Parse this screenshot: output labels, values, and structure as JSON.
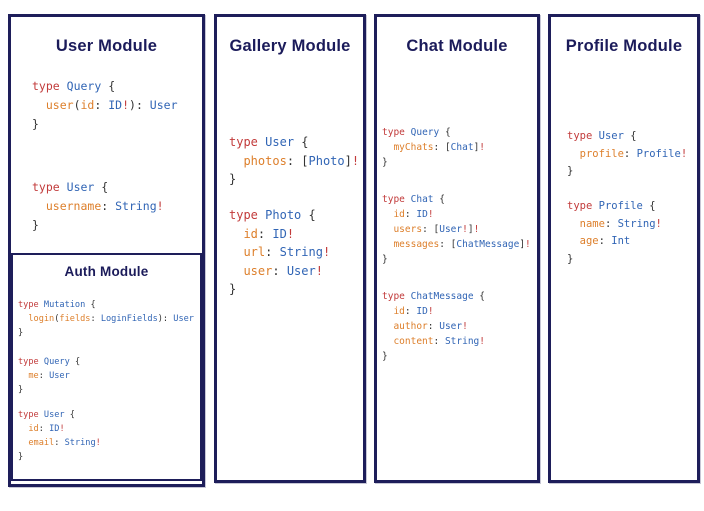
{
  "colors": {
    "border_navy": "#1e1e5a",
    "title_navy": "#1b1b5a",
    "keyword_red": "#c23b3b",
    "type_blue": "#3165b5",
    "field_orange": "#dd7f2b",
    "punctuation_dark": "#333333",
    "background": "#ffffff"
  },
  "modules": {
    "user": {
      "title": "User Module",
      "blocks": [
        {
          "lines": [
            [
              [
                "r",
                "type"
              ],
              [
                "d",
                " "
              ],
              [
                "b",
                "Query"
              ],
              [
                "d",
                " {"
              ]
            ],
            [
              [
                "d",
                "  "
              ],
              [
                "o",
                "user"
              ],
              [
                "d",
                "("
              ],
              [
                "o",
                "id"
              ],
              [
                "d",
                ": "
              ],
              [
                "b",
                "ID"
              ],
              [
                "r",
                "!"
              ],
              [
                "d",
                "): "
              ],
              [
                "b",
                "User"
              ]
            ],
            [
              [
                "d",
                "}"
              ]
            ]
          ]
        },
        {
          "lines": [
            [
              [
                "r",
                "type"
              ],
              [
                "d",
                " "
              ],
              [
                "b",
                "User"
              ],
              [
                "d",
                " {"
              ]
            ],
            [
              [
                "d",
                "  "
              ],
              [
                "o",
                "username"
              ],
              [
                "d",
                ": "
              ],
              [
                "b",
                "String"
              ],
              [
                "r",
                "!"
              ]
            ],
            [
              [
                "d",
                "}"
              ]
            ]
          ]
        }
      ]
    },
    "auth": {
      "title": "Auth Module",
      "blocks": [
        {
          "lines": [
            [
              [
                "r",
                "type"
              ],
              [
                "d",
                " "
              ],
              [
                "b",
                "Mutation"
              ],
              [
                "d",
                " {"
              ]
            ],
            [
              [
                "d",
                "  "
              ],
              [
                "o",
                "login"
              ],
              [
                "d",
                "("
              ],
              [
                "o",
                "fields"
              ],
              [
                "d",
                ": "
              ],
              [
                "b",
                "LoginFields"
              ],
              [
                "d",
                "): "
              ],
              [
                "b",
                "User"
              ]
            ],
            [
              [
                "d",
                "}"
              ]
            ]
          ]
        },
        {
          "lines": [
            [
              [
                "r",
                "type"
              ],
              [
                "d",
                " "
              ],
              [
                "b",
                "Query"
              ],
              [
                "d",
                " {"
              ]
            ],
            [
              [
                "d",
                "  "
              ],
              [
                "o",
                "me"
              ],
              [
                "d",
                ": "
              ],
              [
                "b",
                "User"
              ]
            ],
            [
              [
                "d",
                "}"
              ]
            ]
          ]
        },
        {
          "lines": [
            [
              [
                "r",
                "type"
              ],
              [
                "d",
                " "
              ],
              [
                "b",
                "User"
              ],
              [
                "d",
                " {"
              ]
            ],
            [
              [
                "d",
                "  "
              ],
              [
                "o",
                "id"
              ],
              [
                "d",
                ": "
              ],
              [
                "b",
                "ID"
              ],
              [
                "r",
                "!"
              ]
            ],
            [
              [
                "d",
                "  "
              ],
              [
                "o",
                "email"
              ],
              [
                "d",
                ": "
              ],
              [
                "b",
                "String"
              ],
              [
                "r",
                "!"
              ]
            ],
            [
              [
                "d",
                "}"
              ]
            ]
          ]
        }
      ]
    },
    "gallery": {
      "title": "Gallery Module",
      "blocks": [
        {
          "lines": [
            [
              [
                "r",
                "type"
              ],
              [
                "d",
                " "
              ],
              [
                "b",
                "User"
              ],
              [
                "d",
                " {"
              ]
            ],
            [
              [
                "d",
                "  "
              ],
              [
                "o",
                "photos"
              ],
              [
                "d",
                ": ["
              ],
              [
                "b",
                "Photo"
              ],
              [
                "d",
                "]"
              ],
              [
                "r",
                "!"
              ]
            ],
            [
              [
                "d",
                "}"
              ]
            ]
          ]
        },
        {
          "lines": [
            [
              [
                "r",
                "type"
              ],
              [
                "d",
                " "
              ],
              [
                "b",
                "Photo"
              ],
              [
                "d",
                " {"
              ]
            ],
            [
              [
                "d",
                "  "
              ],
              [
                "o",
                "id"
              ],
              [
                "d",
                ": "
              ],
              [
                "b",
                "ID"
              ],
              [
                "r",
                "!"
              ]
            ],
            [
              [
                "d",
                "  "
              ],
              [
                "o",
                "url"
              ],
              [
                "d",
                ": "
              ],
              [
                "b",
                "String"
              ],
              [
                "r",
                "!"
              ]
            ],
            [
              [
                "d",
                "  "
              ],
              [
                "o",
                "user"
              ],
              [
                "d",
                ": "
              ],
              [
                "b",
                "User"
              ],
              [
                "r",
                "!"
              ]
            ],
            [
              [
                "d",
                "}"
              ]
            ]
          ]
        }
      ]
    },
    "chat": {
      "title": "Chat Module",
      "blocks": [
        {
          "lines": [
            [
              [
                "r",
                "type"
              ],
              [
                "d",
                " "
              ],
              [
                "b",
                "Query"
              ],
              [
                "d",
                " {"
              ]
            ],
            [
              [
                "d",
                "  "
              ],
              [
                "o",
                "myChats"
              ],
              [
                "d",
                ": ["
              ],
              [
                "b",
                "Chat"
              ],
              [
                "d",
                "]"
              ],
              [
                "r",
                "!"
              ]
            ],
            [
              [
                "d",
                "}"
              ]
            ]
          ]
        },
        {
          "lines": [
            [
              [
                "r",
                "type"
              ],
              [
                "d",
                " "
              ],
              [
                "b",
                "Chat"
              ],
              [
                "d",
                " {"
              ]
            ],
            [
              [
                "d",
                "  "
              ],
              [
                "o",
                "id"
              ],
              [
                "d",
                ": "
              ],
              [
                "b",
                "ID"
              ],
              [
                "r",
                "!"
              ]
            ],
            [
              [
                "d",
                "  "
              ],
              [
                "o",
                "users"
              ],
              [
                "d",
                ": ["
              ],
              [
                "b",
                "User"
              ],
              [
                "r",
                "!"
              ],
              [
                "d",
                "]"
              ],
              [
                "r",
                "!"
              ]
            ],
            [
              [
                "d",
                "  "
              ],
              [
                "o",
                "messages"
              ],
              [
                "d",
                ": ["
              ],
              [
                "b",
                "ChatMessage"
              ],
              [
                "d",
                "]"
              ],
              [
                "r",
                "!"
              ]
            ],
            [
              [
                "d",
                "}"
              ]
            ]
          ]
        },
        {
          "lines": [
            [
              [
                "r",
                "type"
              ],
              [
                "d",
                " "
              ],
              [
                "b",
                "ChatMessage"
              ],
              [
                "d",
                " {"
              ]
            ],
            [
              [
                "d",
                "  "
              ],
              [
                "o",
                "id"
              ],
              [
                "d",
                ": "
              ],
              [
                "b",
                "ID"
              ],
              [
                "r",
                "!"
              ]
            ],
            [
              [
                "d",
                "  "
              ],
              [
                "o",
                "author"
              ],
              [
                "d",
                ": "
              ],
              [
                "b",
                "User"
              ],
              [
                "r",
                "!"
              ]
            ],
            [
              [
                "d",
                "  "
              ],
              [
                "o",
                "content"
              ],
              [
                "d",
                ": "
              ],
              [
                "b",
                "String"
              ],
              [
                "r",
                "!"
              ]
            ],
            [
              [
                "d",
                "}"
              ]
            ]
          ]
        }
      ]
    },
    "profile": {
      "title": "Profile Module",
      "blocks": [
        {
          "lines": [
            [
              [
                "r",
                "type"
              ],
              [
                "d",
                " "
              ],
              [
                "b",
                "User"
              ],
              [
                "d",
                " {"
              ]
            ],
            [
              [
                "d",
                "  "
              ],
              [
                "o",
                "profile"
              ],
              [
                "d",
                ": "
              ],
              [
                "b",
                "Profile"
              ],
              [
                "r",
                "!"
              ]
            ],
            [
              [
                "d",
                "}"
              ]
            ]
          ]
        },
        {
          "lines": [
            [
              [
                "r",
                "type"
              ],
              [
                "d",
                " "
              ],
              [
                "b",
                "Profile"
              ],
              [
                "d",
                " {"
              ]
            ],
            [
              [
                "d",
                "  "
              ],
              [
                "o",
                "name"
              ],
              [
                "d",
                ": "
              ],
              [
                "b",
                "String"
              ],
              [
                "r",
                "!"
              ]
            ],
            [
              [
                "d",
                "  "
              ],
              [
                "o",
                "age"
              ],
              [
                "d",
                ": "
              ],
              [
                "b",
                "Int"
              ]
            ],
            [
              [
                "d",
                "}"
              ]
            ]
          ]
        }
      ]
    }
  }
}
